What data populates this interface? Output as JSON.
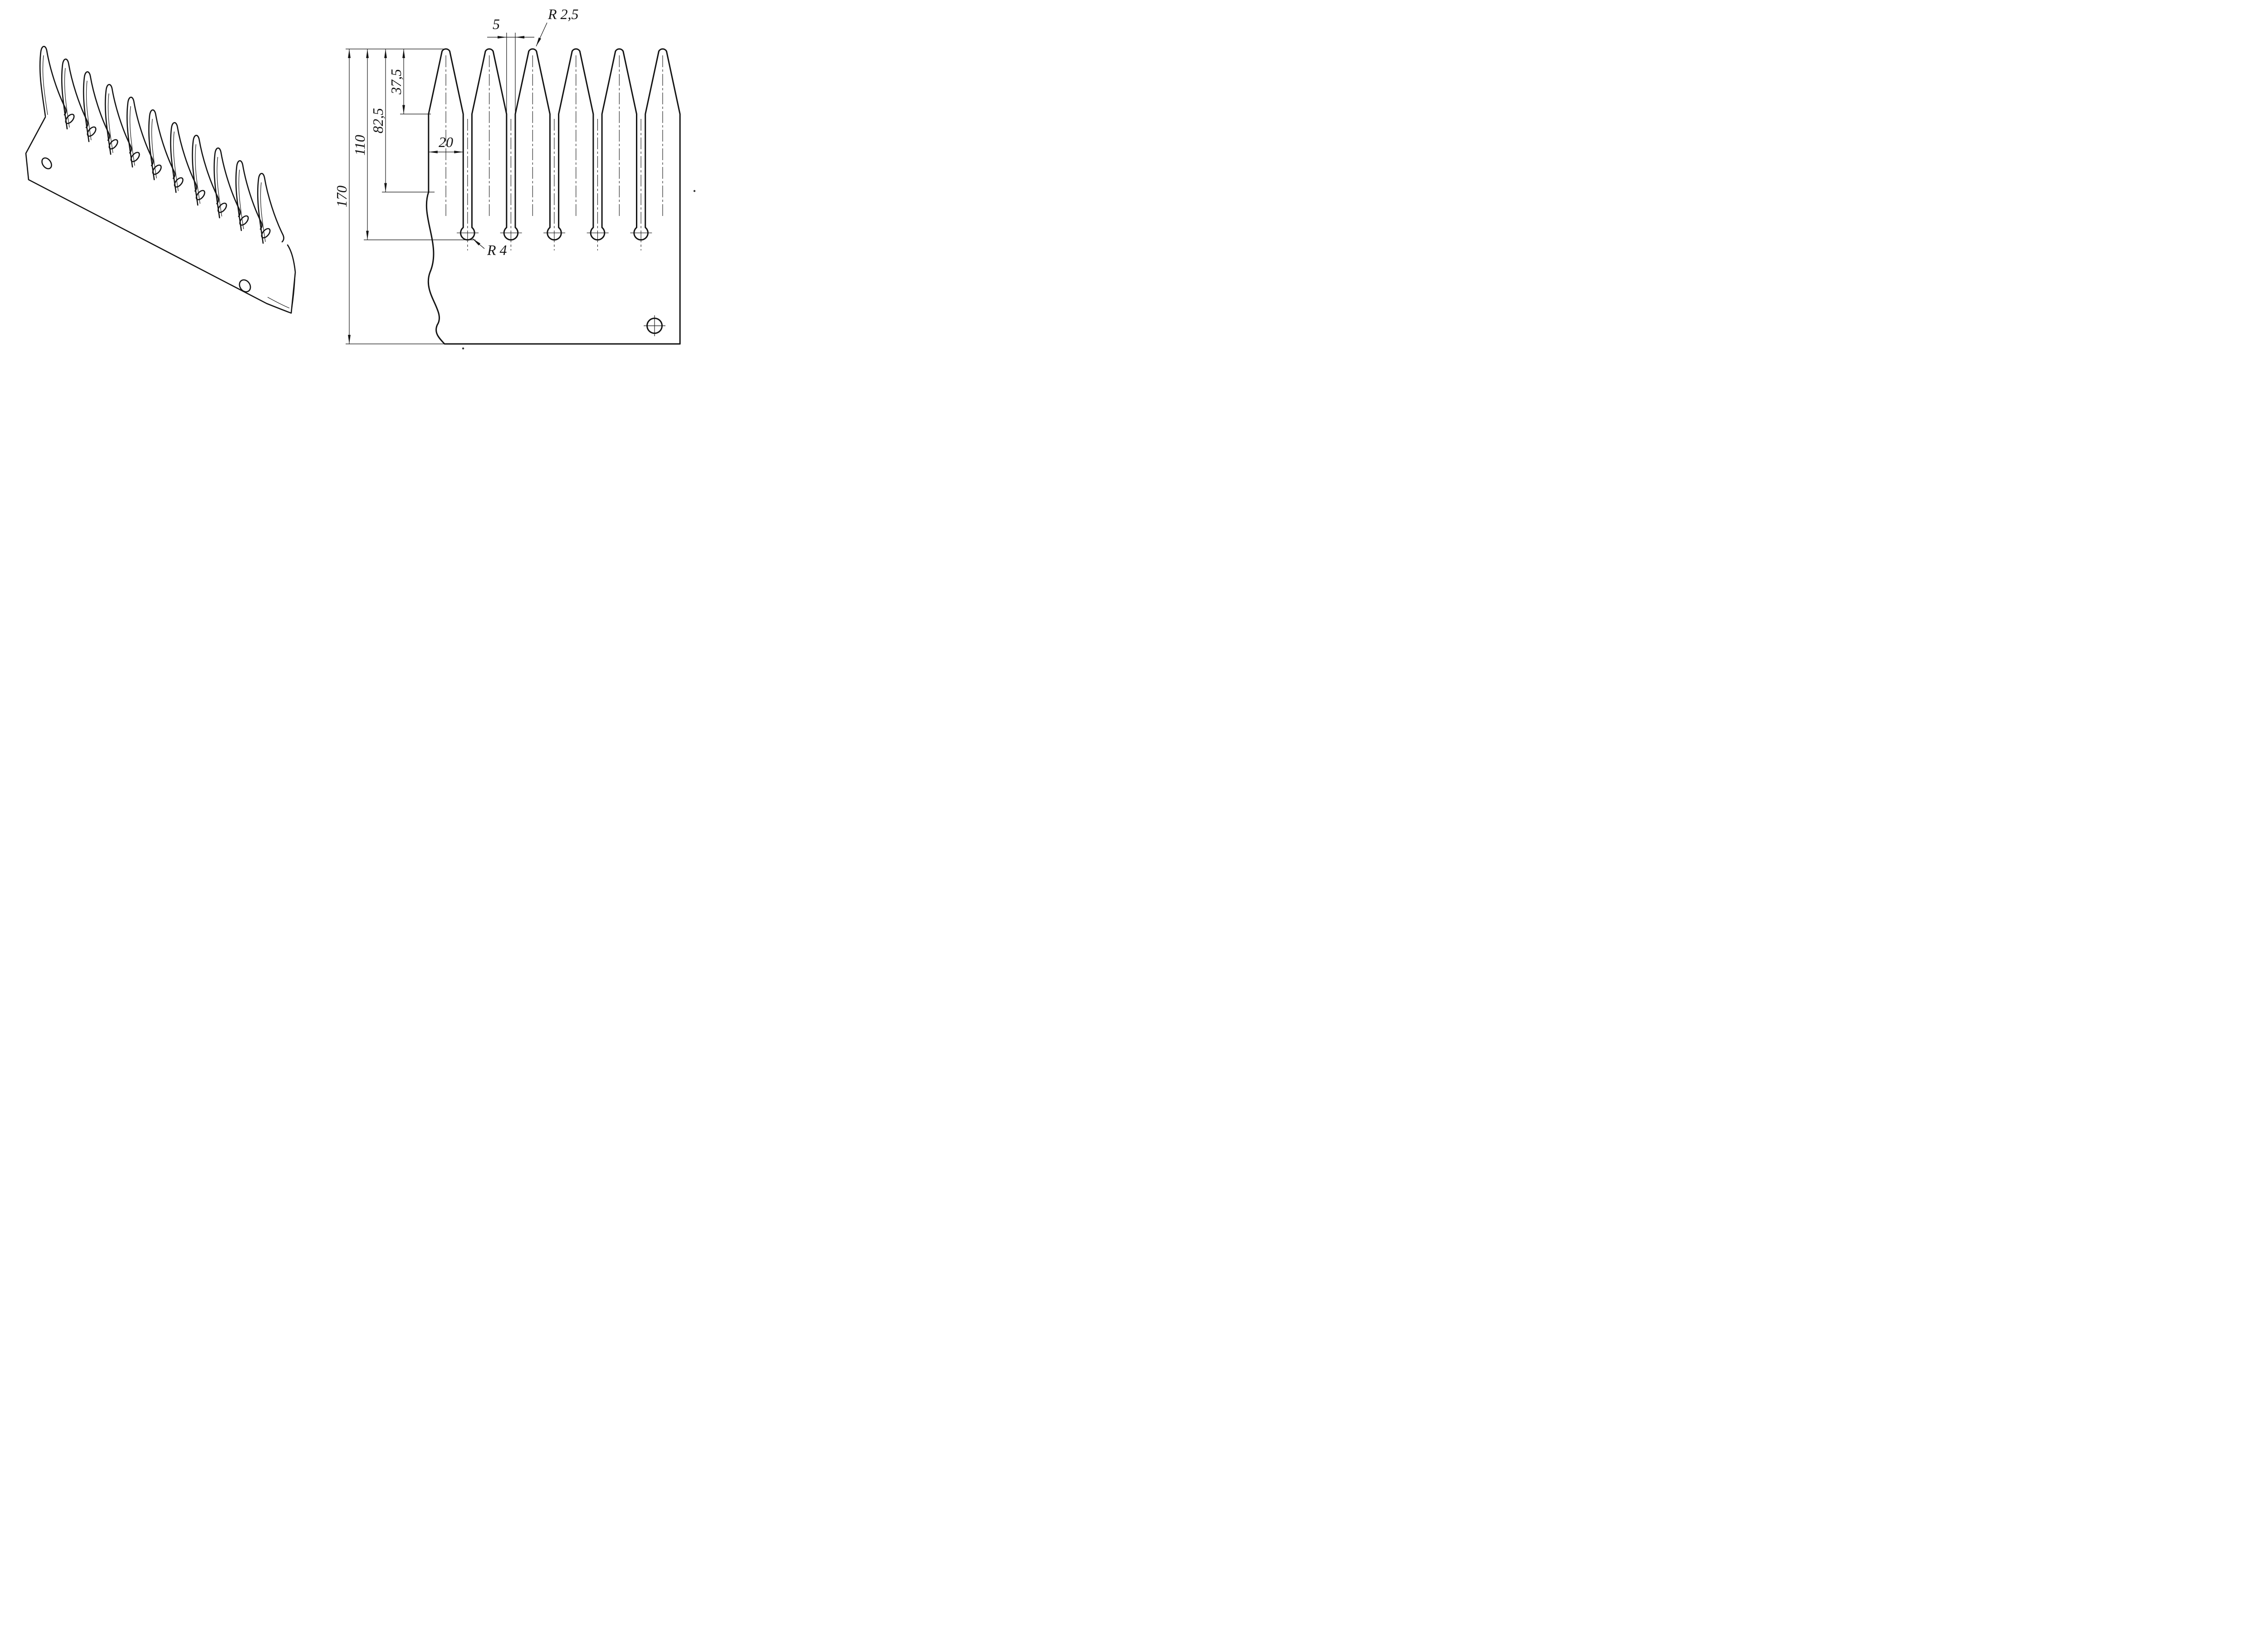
{
  "page": {
    "background": "#ffffff",
    "line_color": "#141414"
  },
  "views": {
    "isometric": {
      "teeth_count": 11,
      "holes_count": 2
    },
    "front": {
      "teeth_count": 6,
      "slots_count": 5,
      "holes_count": 1
    }
  },
  "dimensions": {
    "total_height": "170",
    "slot_depth": "110",
    "left_edge_height": "82,5",
    "tip_taper_length": "37,5",
    "tooth_width": "20",
    "slot_width": "5",
    "tip_radius": "R 2,5",
    "slot_end_radius": "R 4"
  }
}
